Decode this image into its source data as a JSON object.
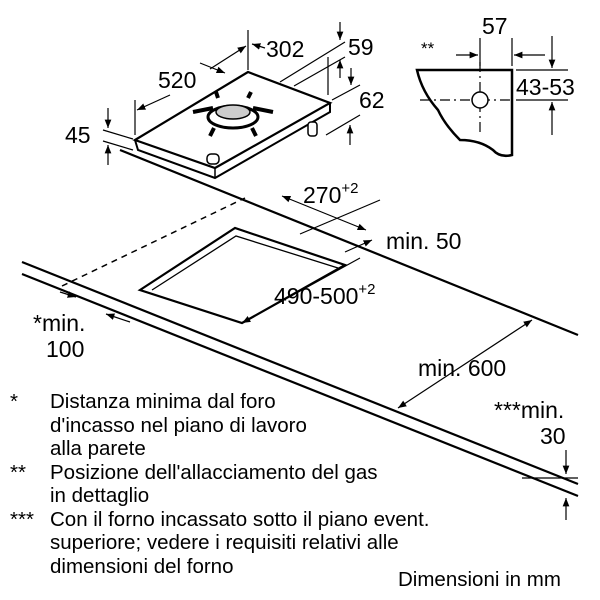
{
  "dimensions": {
    "width_302": "302",
    "depth_520": "520",
    "gap_59": "59",
    "height_62": "62",
    "thickness_45": "45",
    "gas_marker": "**",
    "gas_57": "57",
    "gas_43_53": "43-53",
    "cutout_width": "270",
    "cutout_width_tol": "+2",
    "min_50": "min. 50",
    "cutout_depth": "490-500",
    "cutout_depth_tol": "+2",
    "min_100_a": "*min.",
    "min_100_b": "100",
    "min_600": "min. 600",
    "min_30_a": "***min.",
    "min_30_b": "30"
  },
  "notes": [
    {
      "mark": "*",
      "lines": [
        "Distanza minima dal foro",
        "d'incasso nel piano di lavoro",
        "alla parete"
      ]
    },
    {
      "mark": "**",
      "lines": [
        "Posizione dell'allacciamento del gas",
        "in dettaglio"
      ]
    },
    {
      "mark": "***",
      "lines": [
        "Con il forno incassato sotto il piano event.",
        "superiore; vedere i requisiti relativi alle",
        "dimensioni del forno"
      ]
    }
  ],
  "units": "Dimensioni in mm"
}
